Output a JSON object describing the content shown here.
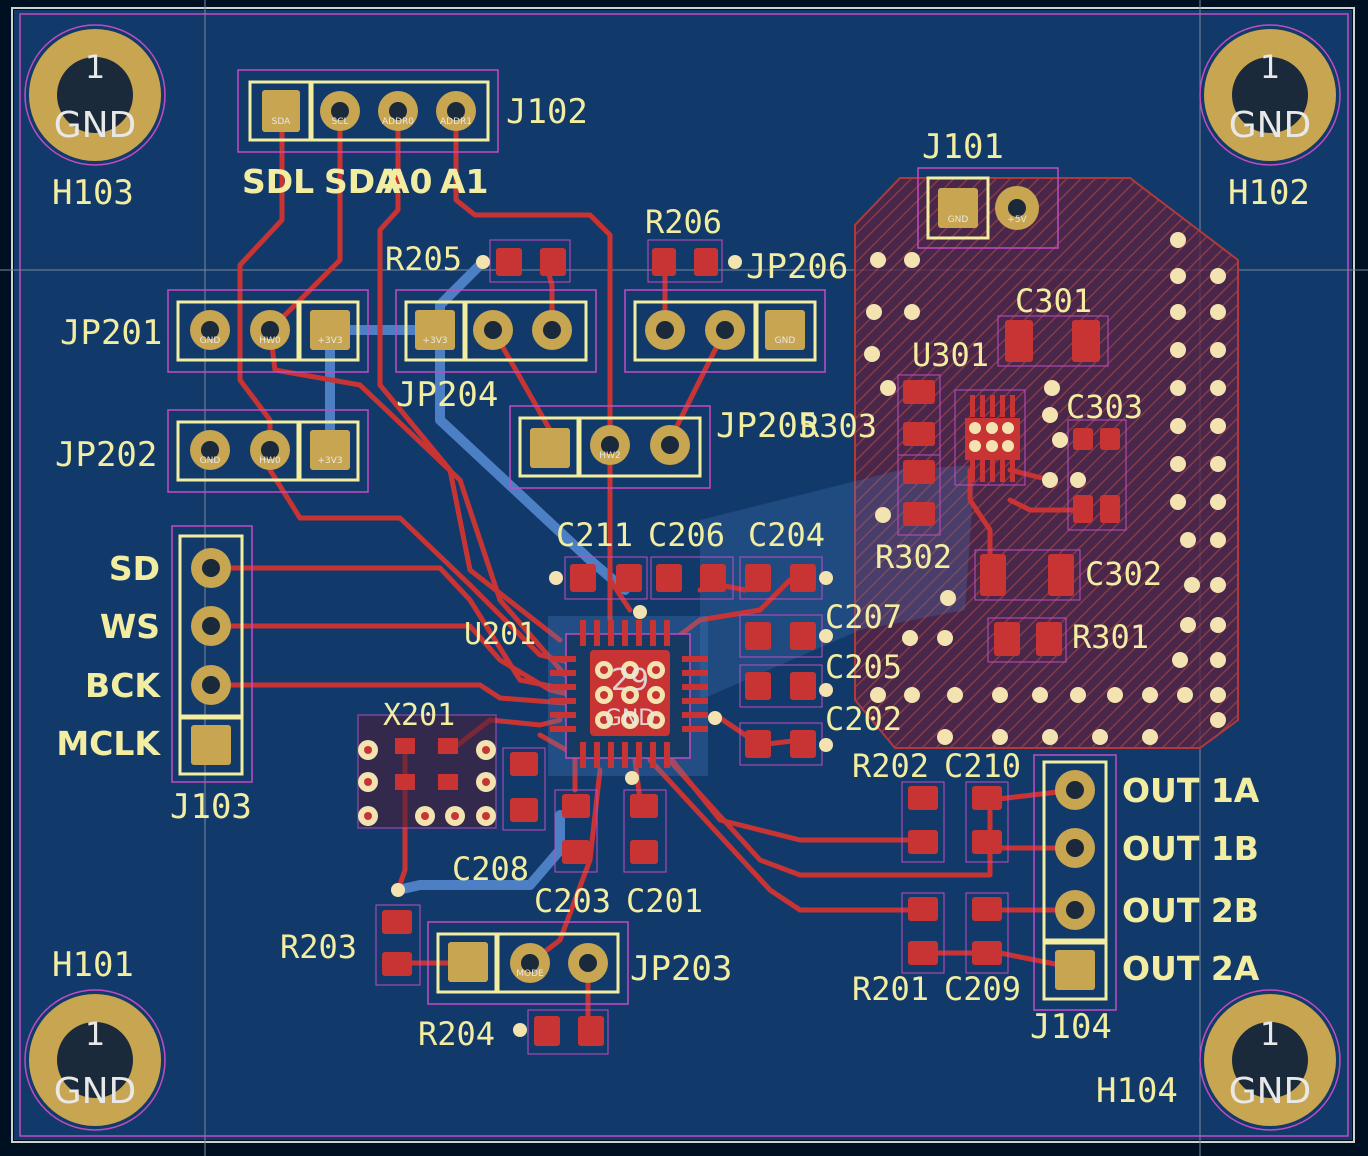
{
  "board": {
    "colors": {
      "background": "#001023",
      "copper_fill": "#113a6b",
      "front_copper": "#c83434",
      "back_copper": "#4d7fc4",
      "pad": "#c8a550",
      "smd_pad": "#c83434",
      "silkscreen": "#f2eda1",
      "courtyard": "#c24bc2",
      "edge": "#d0d2cd",
      "zone_hatch": "#b03a3a"
    },
    "mounting_holes": [
      {
        "ref": "H103",
        "pad": "1",
        "net": "GND"
      },
      {
        "ref": "H102",
        "pad": "1",
        "net": "GND"
      },
      {
        "ref": "H101",
        "pad": "1",
        "net": "GND"
      },
      {
        "ref": "H104",
        "pad": "1",
        "net": "GND"
      }
    ],
    "refs": {
      "J102": "J102",
      "J101": "J101",
      "J103": "J103",
      "J104": "J104",
      "JP201": "JP201",
      "JP202": "JP202",
      "JP203": "JP203",
      "JP204": "JP204",
      "JP205": "JP205",
      "JP206": "JP206",
      "R201": "R201",
      "R202": "R202",
      "R203": "R203",
      "R204": "R204",
      "R205": "R205",
      "R206": "R206",
      "R301": "R301",
      "R302": "R302",
      "R303": "R303",
      "C201": "C201",
      "C202": "C202",
      "C203": "C203",
      "C204": "C204",
      "C205": "C205",
      "C206": "C206",
      "C207": "C207",
      "C208": "C208",
      "C209": "C209",
      "C210": "C210",
      "C211": "C211",
      "C301": "C301",
      "C302": "C302",
      "C303": "C303",
      "U201": "U201",
      "U301": "U301",
      "X201": "X201"
    },
    "j102_labels": [
      "SDL",
      "SDA",
      "A0",
      "A1"
    ],
    "j102_pads": [
      "SDA",
      "SCL",
      "ADDR0",
      "ADDR1"
    ],
    "j103_labels": [
      "SD",
      "WS",
      "BCK",
      "MCLK"
    ],
    "j104_labels": [
      "OUT 1A",
      "OUT 1B",
      "OUT 2B",
      "OUT 2A"
    ],
    "j101_pads": [
      "GND",
      "+5V"
    ],
    "jumper_pads": {
      "jp201": [
        "GND",
        "HW0",
        "+3V3"
      ],
      "jp202": [
        "GND",
        "HW0",
        "+3V3"
      ],
      "jp204": [
        "+3V3",
        "",
        ""
      ],
      "jp206": [
        "",
        "",
        "GND"
      ],
      "jp203": [
        "",
        "MODE",
        ""
      ],
      "jp205": [
        "",
        "HW2",
        ""
      ]
    },
    "u201_center": [
      "29",
      "GND"
    ]
  }
}
